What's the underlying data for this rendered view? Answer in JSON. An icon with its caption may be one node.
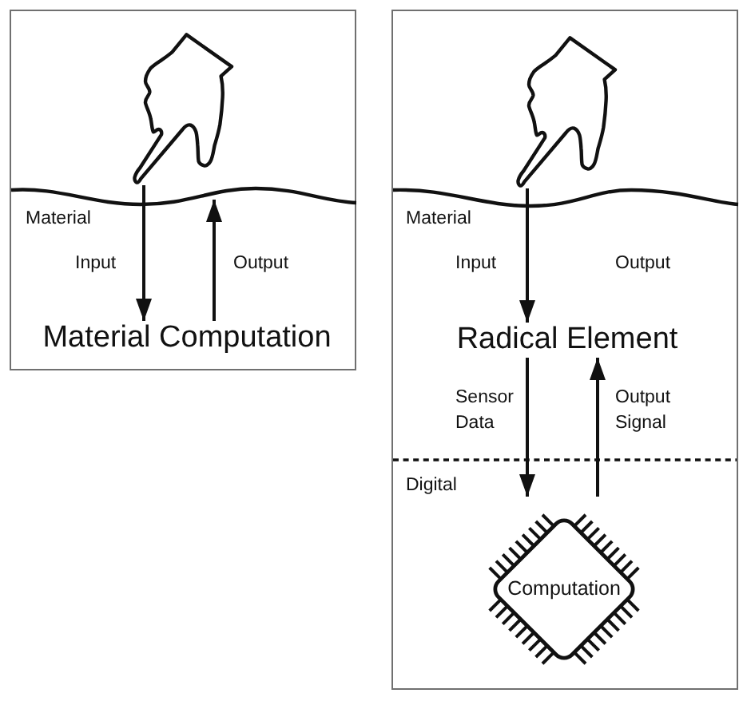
{
  "diagram": {
    "nodes": [
      {
        "text": [],
        "shape": "box"
      },
      {
        "text": [],
        "shape": "picture",
        "in": 0
      },
      {
        "text": [
          "Material Computation"
        ],
        "in": 0
      },
      {
        "text": [],
        "shape": "box"
      },
      {
        "text": [],
        "shape": "picture",
        "in": 3
      },
      {
        "text": [
          "Radical Element"
        ],
        "in": 3
      },
      {
        "text": [
          "Computation"
        ],
        "in": 3
      }
    ],
    "edges": [
      {
        "from": 1,
        "to": 2,
        "arrow": "to",
        "label": "Input"
      },
      {
        "from": 2,
        "to": 1,
        "arrow": "to",
        "label": "Output"
      },
      {
        "from": 4,
        "to": 5,
        "arrow": "to",
        "label": "Input"
      },
      {
        "from": 5,
        "to": 6,
        "arrow": "to",
        "label": "Sensor Data"
      },
      {
        "from": 6,
        "to": 5,
        "arrow": "to",
        "label": "Output Signal"
      }
    ],
    "labels": [
      "Material",
      "Material",
      "Output",
      "Digital"
    ]
  }
}
